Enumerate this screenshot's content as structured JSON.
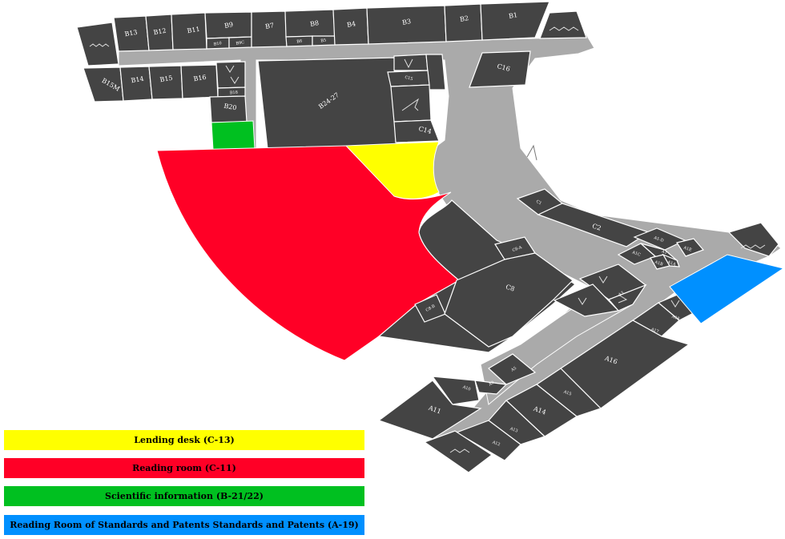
{
  "colors": {
    "room": "#444444",
    "corridor": "#aaaaaa",
    "lending_desk": "#ffff00",
    "reading_room": "#ff0026",
    "scientific_information": "#00c020",
    "standards_patents": "#0090ff"
  },
  "legend": [
    {
      "label": "Lending desk (C-13)",
      "color": "#ffff00"
    },
    {
      "label": "Reading room (C-11)",
      "color": "#ff0026"
    },
    {
      "label": "Scientific information (B-21/22)",
      "color": "#00c020"
    },
    {
      "label": "Reading Room of Standards and Patents Standards and Patents (A-19)",
      "color": "#0090ff"
    }
  ],
  "rooms": {
    "b13": "B13",
    "b12": "B12",
    "b11": "B11",
    "b9": "B9",
    "b7": "B7",
    "b8": "B8",
    "b4": "B4",
    "b3": "B3",
    "b2": "B2",
    "b1": "B1",
    "b10": "B10",
    "b9c": "B9C",
    "b8a": "B8",
    "b8b": "B5",
    "b15m": "B15M",
    "b14": "B14",
    "b15": "B15",
    "b16": "B16",
    "b18": "B18",
    "b20": "B20",
    "b24_27": "B24-27",
    "c15": "C15",
    "c14": "C14",
    "c16": "C16",
    "c1": "C1",
    "c2": "C2",
    "c8": "C8",
    "c8a": "C8-A",
    "c8b": "C8-B",
    "a1d": "A1-D",
    "a1": "A1",
    "a1a": "A1A",
    "a1b": "A1B",
    "a1c": "A1C",
    "a1e": "A1E",
    "a3": "A3",
    "a16": "A16",
    "a17": "A17",
    "a18": "A18",
    "a5": "A5",
    "a9": "A9",
    "a10": "A10",
    "a11": "A11",
    "a15": "A15",
    "a14": "A14",
    "a13": "A13",
    "a12": "A12"
  }
}
